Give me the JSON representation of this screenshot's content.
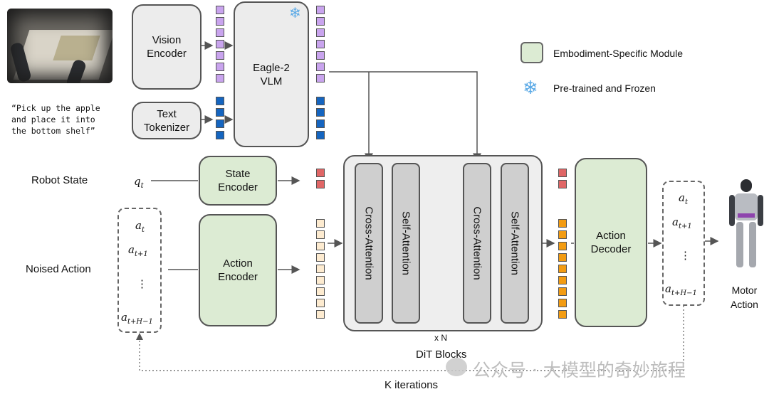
{
  "inputs": {
    "instruction_text": "“Pick up the apple\nand place it into\nthe bottom shelf”",
    "robot_state_label": "Robot State",
    "robot_state_symbol": "q",
    "robot_state_sub": "t",
    "noised_action_label": "Noised Action"
  },
  "modules": {
    "vision_encoder": "Vision\nEncoder",
    "text_tokenizer": "Text\nTokenizer",
    "vlm": "Eagle-2\nVLM",
    "state_encoder": "State\nEncoder",
    "action_encoder": "Action\nEncoder",
    "action_decoder": "Action\nDecoder"
  },
  "dit": {
    "blocks": [
      "Cross-Attention",
      "Self-Attention",
      "Cross-Attention",
      "Self-Attention"
    ],
    "repeat_label": "x N",
    "caption": "DiT Blocks"
  },
  "action_seq": {
    "a": "a",
    "t": "t",
    "t1": "t+1",
    "dots": "⋮",
    "tH": "t+H−1"
  },
  "outputs": {
    "motor_action": "Motor\nAction"
  },
  "loop": {
    "label": "K iterations"
  },
  "legend": {
    "embodiment_specific": "Embodiment-Specific Module",
    "pretrained_frozen": "Pre-trained and Frozen"
  },
  "watermark": "公众号 · 大模型的奇妙旅程",
  "colors": {
    "vision_token": "#c9a4ee",
    "text_token": "#1565c0",
    "state_token": "#e06666",
    "action_token": "#fdebd0",
    "output_token": "#f39c12",
    "green_module": "#dcebd3",
    "frozen": "#5aa9e6"
  },
  "icons": {
    "frozen": "snowflake-icon",
    "robot": "humanoid-robot-image",
    "camera": "camera-image",
    "watermark_logo": "wechat-icon"
  }
}
